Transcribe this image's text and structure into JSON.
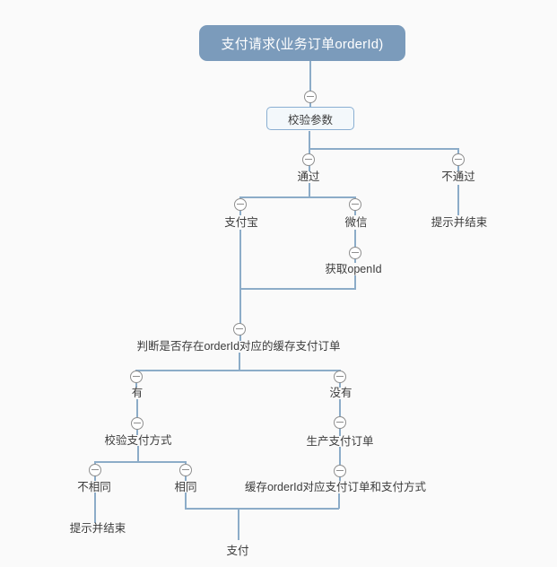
{
  "theme": {
    "canvas_bg": "#fafafa",
    "line_color": "#8cacc8",
    "root_fill": "#7b9bbb",
    "root_text": "#ffffff",
    "box_fill": "#f3f8fb",
    "box_border": "#8aafd2",
    "label_color": "#3c3c3c",
    "collapse_border": "#8e8e8e",
    "collapse_fill": "#ffffff"
  },
  "icons": {
    "collapse": "minus-circle"
  },
  "nodes": {
    "payment_request": {
      "label": "支付请求(业务订单orderId)"
    },
    "validate_params": {
      "label": "校验参数"
    },
    "pass": {
      "label": "通过"
    },
    "fail": {
      "label": "不通过"
    },
    "tip_end_fail": {
      "label": "提示并结束"
    },
    "alipay": {
      "label": "支付宝"
    },
    "wechat": {
      "label": "微信"
    },
    "get_openid": {
      "label": "获取openId"
    },
    "judge_cached": {
      "label": "判断是否存在orderId对应的缓存支付订单"
    },
    "has": {
      "label": "有"
    },
    "has_not": {
      "label": "没有"
    },
    "verify_method": {
      "label": "校验支付方式"
    },
    "not_same": {
      "label": "不相同"
    },
    "same": {
      "label": "相同"
    },
    "create_order": {
      "label": "生产支付订单"
    },
    "cache_order": {
      "label": "缓存orderId对应支付订单和支付方式"
    },
    "tip_end_not_same": {
      "label": "提示并结束"
    },
    "pay": {
      "label": "支付"
    }
  }
}
